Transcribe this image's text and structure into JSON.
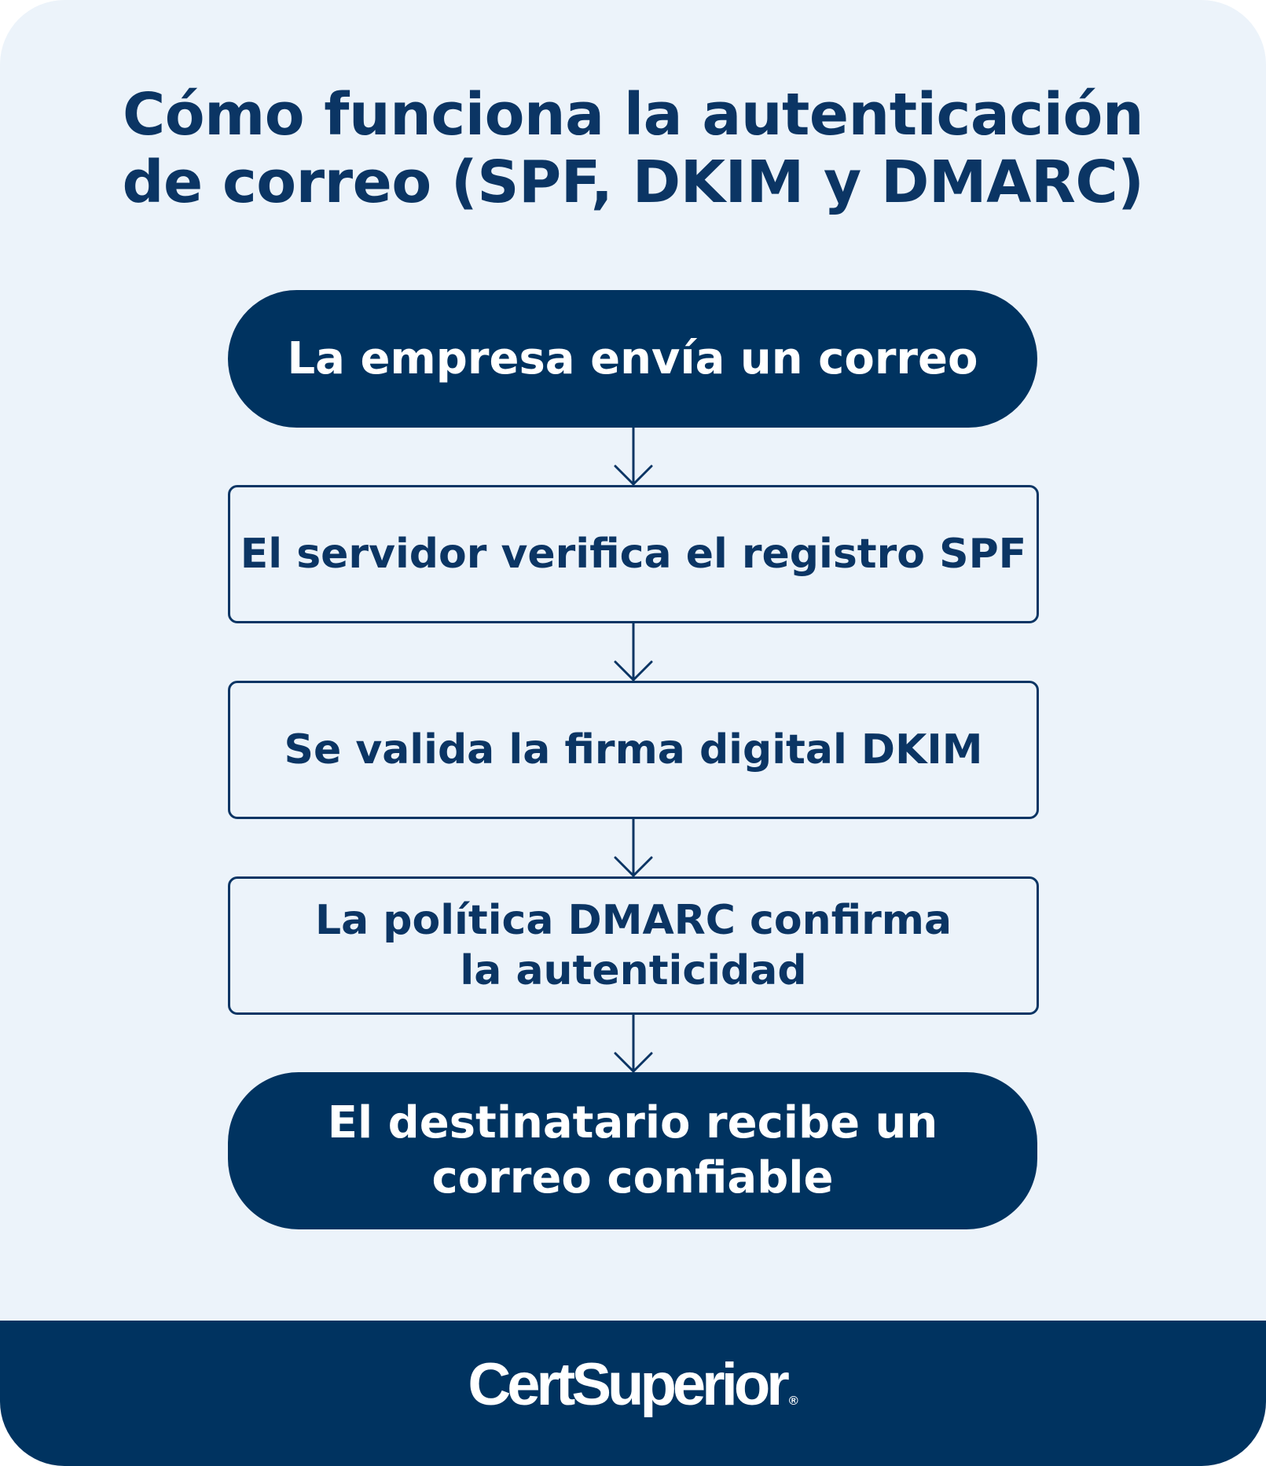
{
  "title": {
    "line1": "Cómo funciona la autenticación",
    "line2": "de correo (SPF, DKIM y DMARC)"
  },
  "steps": [
    {
      "lines": [
        "La empresa envía un correo"
      ]
    },
    {
      "lines": [
        "El servidor verifica el registro SPF"
      ]
    },
    {
      "lines": [
        "Se valida la firma digital DKIM"
      ]
    },
    {
      "lines": [
        "La política DMARC confirma",
        "la autenticidad"
      ]
    },
    {
      "lines": [
        "El destinatario recibe un",
        "correo confiable"
      ]
    }
  ],
  "footer": {
    "logo_text": "CertSuperior",
    "logo_mark": "®"
  },
  "colors": {
    "navy": "#003360",
    "text_navy": "#0b3564",
    "background": "#ecf3fa",
    "white": "#ffffff"
  }
}
